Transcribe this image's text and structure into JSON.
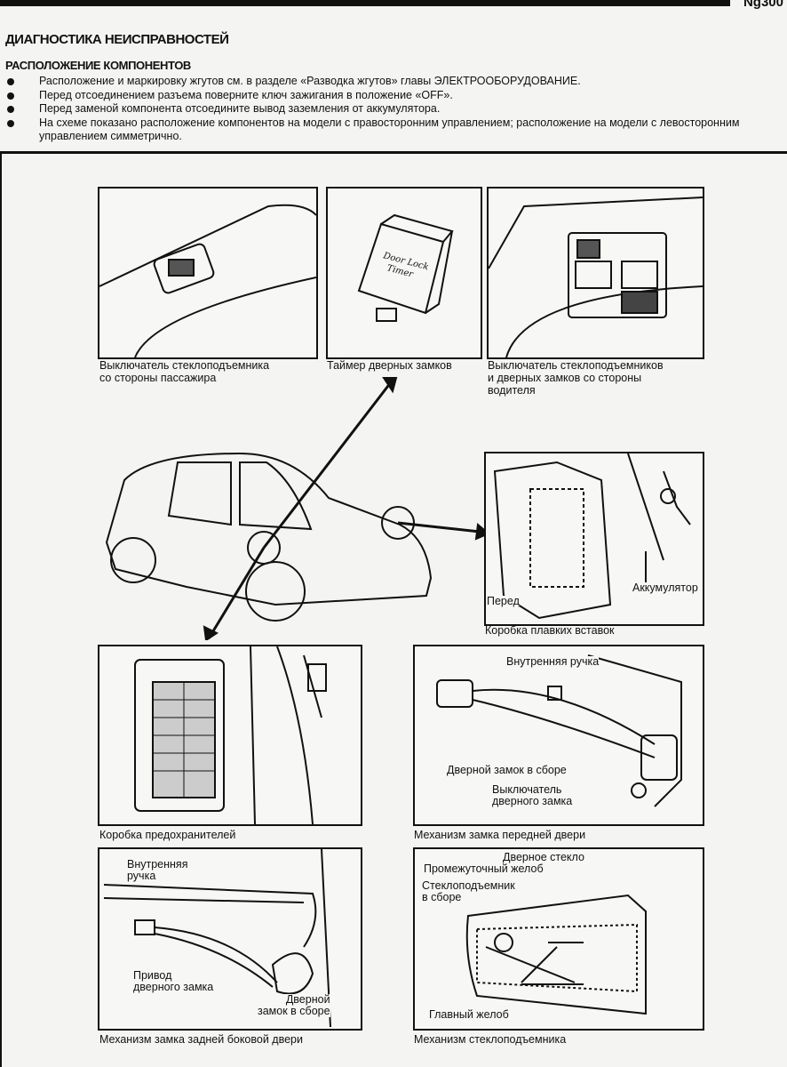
{
  "header": {
    "page_number": "Ng300",
    "title": "ДИАГНОСТИКА НЕИСПРАВНОСТЕЙ",
    "subtitle": "РАСПОЛОЖЕНИЕ КОМПОНЕНТОВ"
  },
  "bullets": [
    "Расположение и маркировку жгутов см. в разделе «Разводка жгутов» главы ЭЛЕКТРООБОРУДОВАНИЕ.",
    "Перед отсоединением разъема поверните ключ зажигания в положение «OFF».",
    "Перед заменой компонента отсоедините вывод заземления от аккумулятора.",
    "На схеме показано расположение компонентов на модели с правосторонним управлением; расположение на модели с левосторонним управлением симметрично."
  ],
  "figures": {
    "passenger_switch": {
      "caption_1": "Выключатель стеклоподъемника",
      "caption_2": "со стороны пассажира"
    },
    "lock_timer": {
      "caption": "Таймер дверных замков",
      "handwritten": "Door Lock Timer"
    },
    "driver_switch": {
      "caption_1": "Выключатель стеклоподъемников",
      "caption_2": "и дверных замков со стороны",
      "caption_3": "водителя"
    },
    "fusible_link_box": {
      "caption": "Коробка плавких вставок",
      "front": "Перед",
      "battery": "Аккумулятор"
    },
    "fuse_box": {
      "caption": "Коробка предохранителей"
    },
    "front_door_lock": {
      "caption": "Механизм замка передней двери",
      "inner_handle": "Внутренняя ручка",
      "lock_assembly": "Дверной замок в сборе",
      "switch_1": "Выключатель",
      "switch_2": "дверного замка"
    },
    "rear_door_lock": {
      "caption": "Механизм замка задней боковой двери",
      "inner_handle_1": "Внутренняя",
      "inner_handle_2": "ручка",
      "actuator_1": "Привод",
      "actuator_2": "дверного замка",
      "lock_1": "Дверной",
      "lock_2": "замок в сборе"
    },
    "window_regulator": {
      "caption": "Механизм стеклоподъемника",
      "glass": "Дверное стекло",
      "intermediate": "Промежуточный желоб",
      "regulator_1": "Стеклоподъемник",
      "regulator_2": "в сборе",
      "main": "Главный желоб"
    }
  }
}
